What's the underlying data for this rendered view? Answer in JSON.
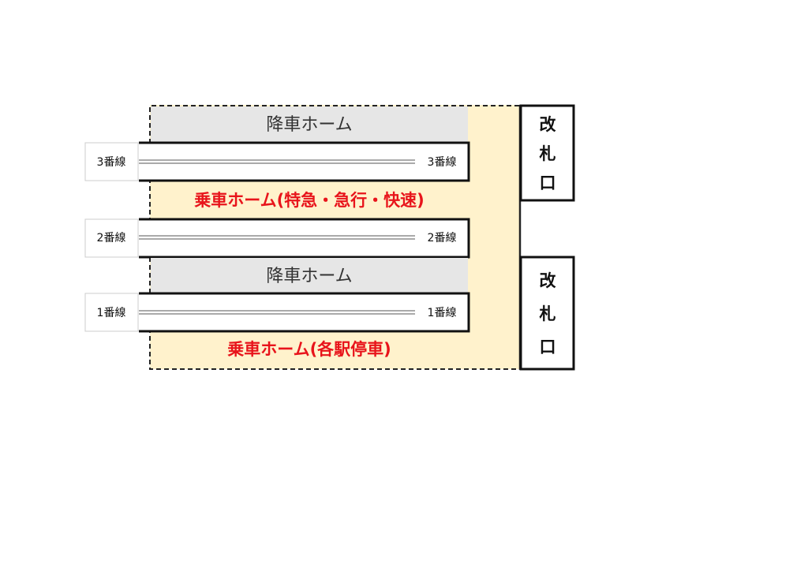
{
  "concourse_color": "#fff2cc",
  "alighting_platform_color": "#e6e6e6",
  "boarding_label_color": "#e8141b",
  "platforms": {
    "alighting_top": "降車ホーム",
    "boarding_express": "乗車ホーム(特急・急行・快速)",
    "alighting_middle": "降車ホーム",
    "boarding_local": "乗車ホーム(各駅停車)"
  },
  "tracks": [
    {
      "left_label": "3番線",
      "right_label": "3番線"
    },
    {
      "left_label": "2番線",
      "right_label": "2番線"
    },
    {
      "left_label": "1番線",
      "right_label": "1番線"
    }
  ],
  "gates": [
    {
      "lines": [
        "改",
        "札",
        "口"
      ]
    },
    {
      "lines": [
        "改",
        "札",
        "口"
      ]
    }
  ]
}
